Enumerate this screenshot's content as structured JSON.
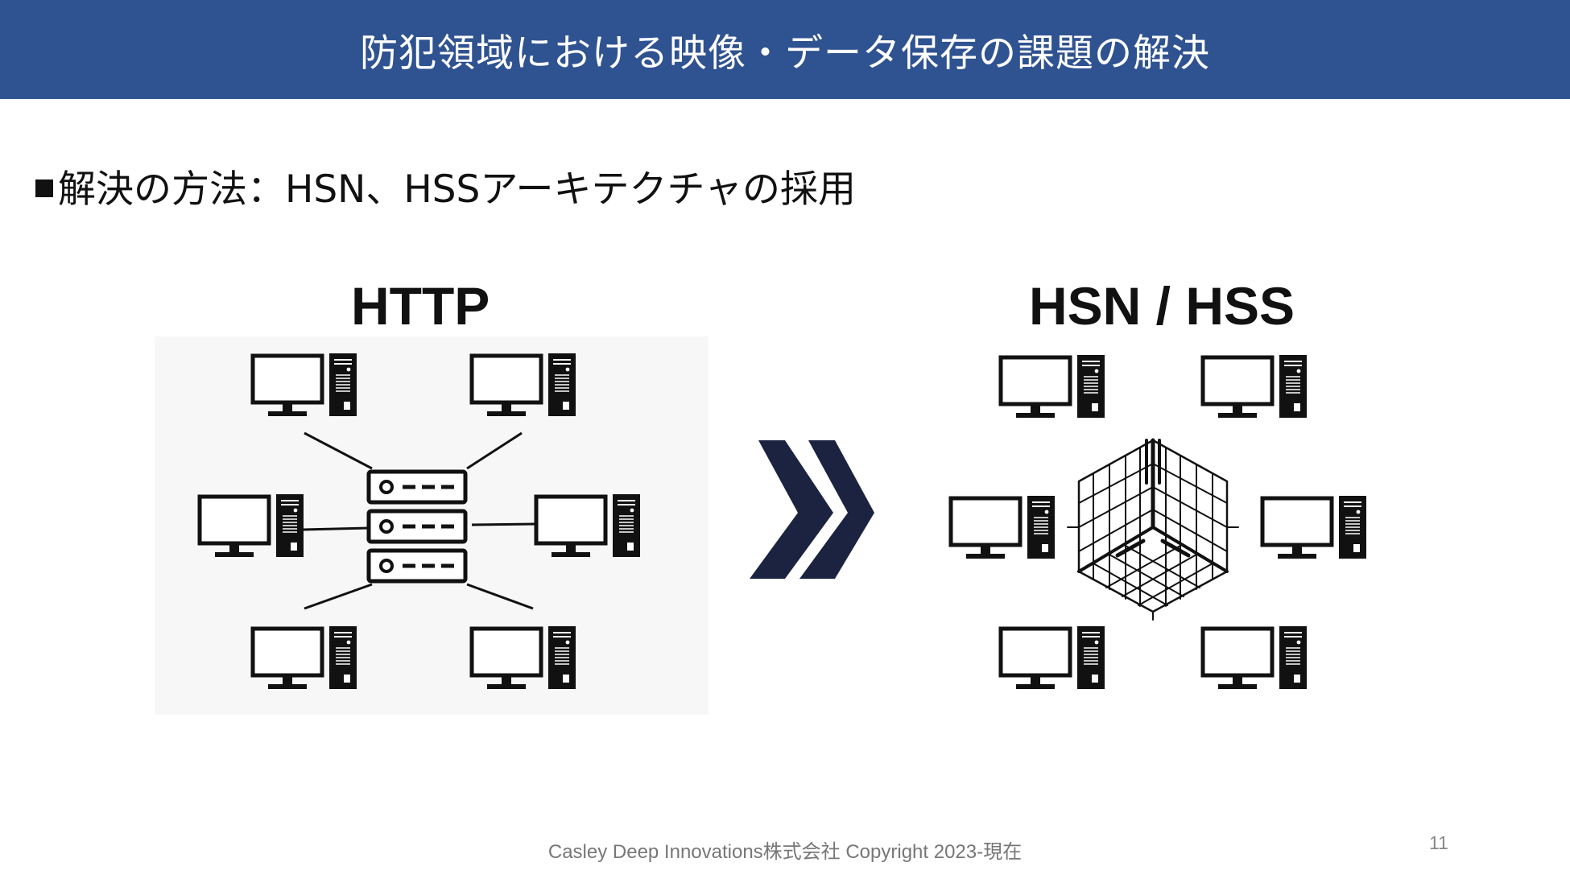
{
  "header": {
    "title": "防犯領域における映像・データ保存の課題の解決",
    "background_color": "#2f5290"
  },
  "subtitle": {
    "bullet": "■",
    "text": "解決の方法：HSN、HSSアーキテクチャの採用"
  },
  "left_panel": {
    "title": "HTTP",
    "icons": [
      "computer-icon",
      "server-rack-icon"
    ]
  },
  "transition": {
    "icon": "double-chevron-right-icon",
    "color": "#1b2340"
  },
  "right_panel": {
    "title": "HSN / HSS",
    "icons": [
      "computer-icon",
      "network-cube-icon"
    ]
  },
  "footer": {
    "copyright": "Casley Deep Innovations株式会社 Copyright 2023-現在",
    "page_number": "11"
  }
}
